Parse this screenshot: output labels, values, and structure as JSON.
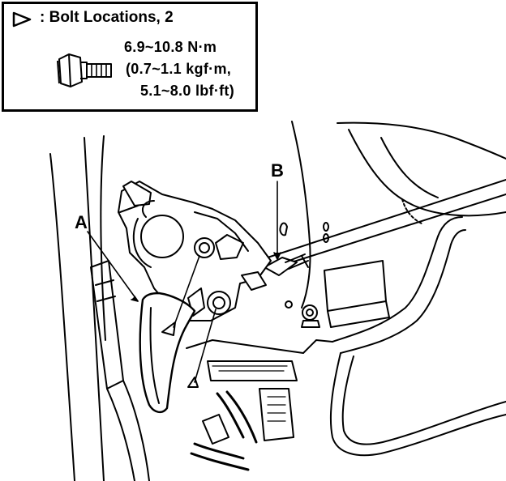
{
  "legend": {
    "title": ": Bolt Locations, 2",
    "marker_icon": "triangle-outline-icon",
    "bolt_icon": "flange-bolt-icon",
    "torque_nm": "6.9~10.8 N·m",
    "torque_kgf": "(0.7~1.1 kgf·m,",
    "torque_lbf": "5.1~8.0 lbf·ft)"
  },
  "callouts": {
    "a": "A",
    "b": "B"
  },
  "colors": {
    "ink": "#000000",
    "paper": "#ffffff"
  }
}
